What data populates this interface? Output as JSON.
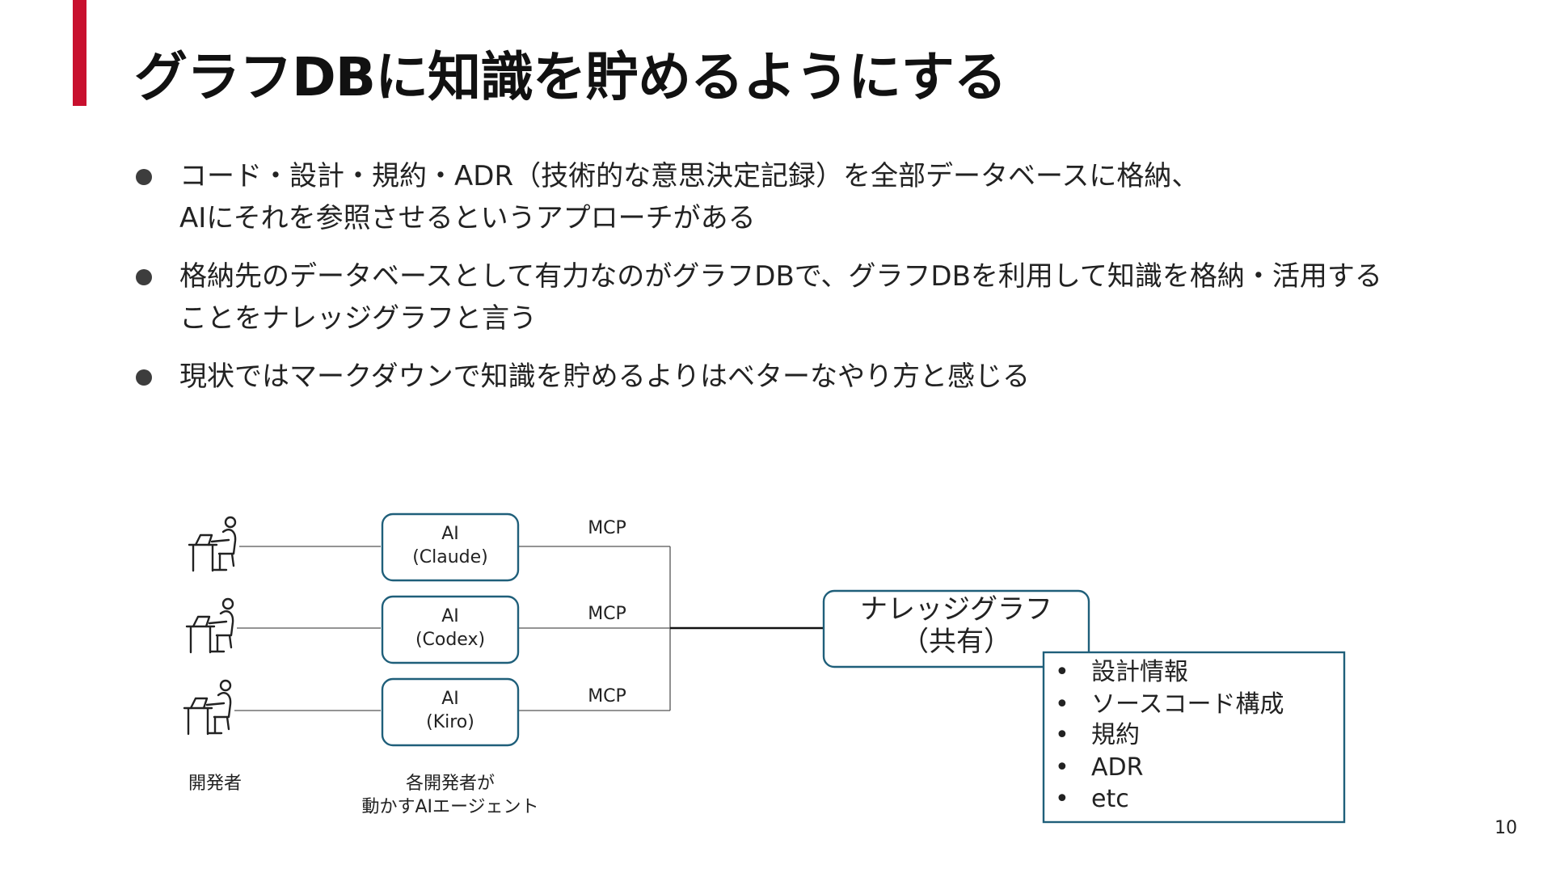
{
  "slide": {
    "title": "グラフDBに知識を貯めるようにする",
    "page_number": "10",
    "accent_color": "#c8102e"
  },
  "bullets": [
    {
      "lines": [
        "コード・設計・規約・ADR（技術的な意思決定記録）を全部データベースに格納、",
        "AIにそれを参照させるというアプローチがある"
      ]
    },
    {
      "lines": [
        "格納先のデータベースとして有力なのがグラフDBで、グラフDBを利用して知識を格納・活用する",
        "ことをナレッジグラフと言う"
      ]
    },
    {
      "lines": [
        "現状ではマークダウンで知識を貯めるよりはベターなやり方と感じる"
      ]
    }
  ],
  "diagram": {
    "box_color": "#1f5f7a",
    "developer_icon": "developer-at-desk-icon",
    "developers_caption": "開発者",
    "agents_caption": [
      "各開発者が",
      "動かすAIエージェント"
    ],
    "agents": [
      {
        "lines": [
          "AI",
          "(Claude)"
        ],
        "link_label": "MCP"
      },
      {
        "lines": [
          "AI",
          "(Codex)"
        ],
        "link_label": "MCP"
      },
      {
        "lines": [
          "AI",
          "(Kiro)"
        ],
        "link_label": "MCP"
      }
    ],
    "knowledge_graph": {
      "lines": [
        "ナレッジグラフ",
        "（共有）"
      ]
    },
    "contents": [
      "設計情報",
      "ソースコード構成",
      "規約",
      "ADR",
      "etc"
    ]
  }
}
